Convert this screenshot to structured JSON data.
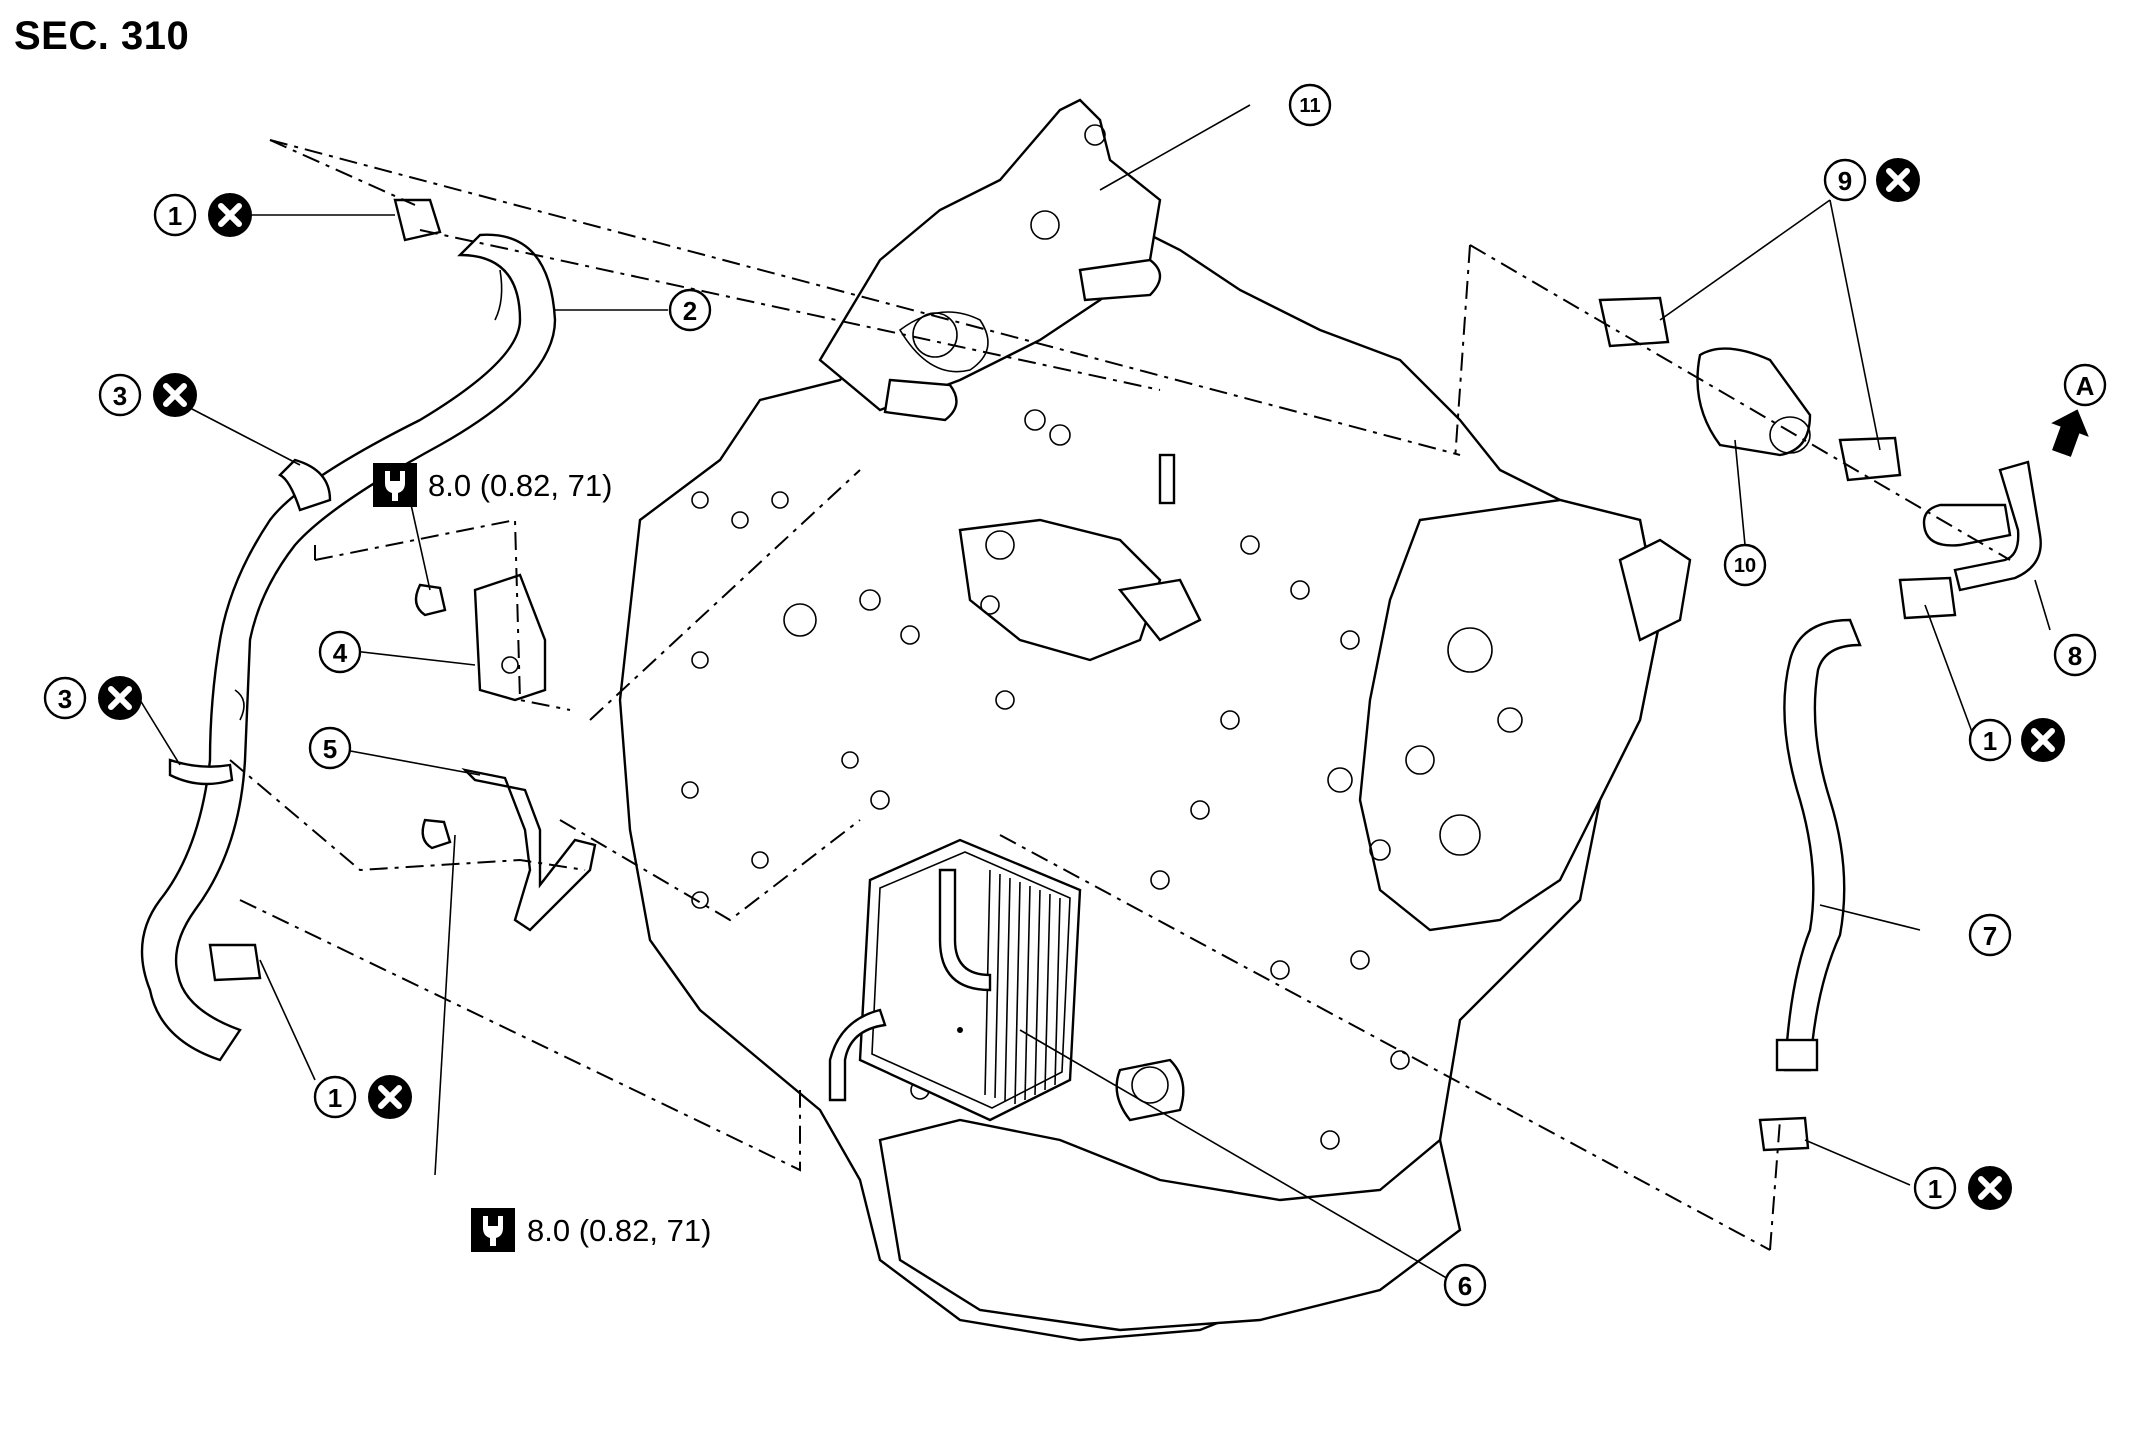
{
  "section_label": "SEC. 310",
  "torque_specs": [
    {
      "value": "8.0 (0.82, 71)",
      "icon": "torque-wrench-icon"
    },
    {
      "value": "8.0 (0.82, 71)",
      "icon": "torque-wrench-icon"
    }
  ],
  "callouts": {
    "c1a": "1",
    "c2": "2",
    "c3a": "3",
    "c3b": "3",
    "c4": "4",
    "c5": "5",
    "c1b": "1",
    "c6": "6",
    "c7": "7",
    "c8": "8",
    "c9": "9",
    "c10": "10",
    "c11": "11",
    "c1c": "1",
    "c1d": "1",
    "ca": "A"
  },
  "symbols": {
    "do_not_reuse": "x-circle-icon",
    "direction": "arrow-icon"
  }
}
